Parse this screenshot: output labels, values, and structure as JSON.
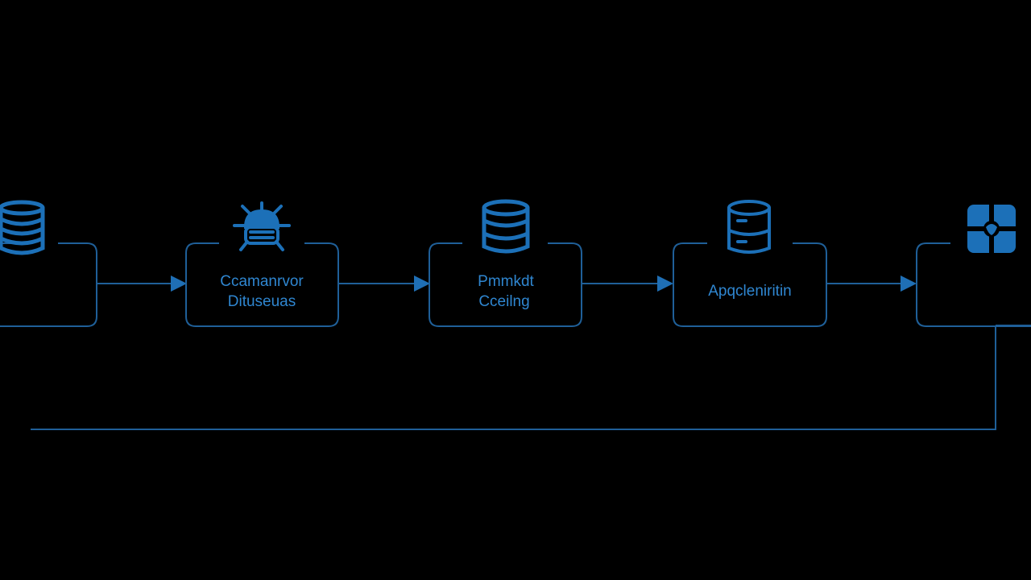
{
  "diagram": {
    "colors": {
      "background": "#000000",
      "stroke": "#1f5f98",
      "accent": "#2f86d0",
      "icon_fill": "#1c70b8"
    },
    "nodes": [
      {
        "id": "node-1",
        "icon": "database-icon",
        "lines": []
      },
      {
        "id": "node-2",
        "icon": "bug-icon",
        "lines": [
          "Ccamanrvor",
          "Dituseuas"
        ]
      },
      {
        "id": "node-3",
        "icon": "database-icon",
        "lines": [
          "Pmmkdt",
          "Cceilng"
        ]
      },
      {
        "id": "node-4",
        "icon": "database-icon",
        "lines": [
          "Apqcleniritin"
        ]
      },
      {
        "id": "node-5",
        "icon": "puzzle-icon",
        "lines": []
      }
    ],
    "edges": [
      {
        "from": "node-1",
        "to": "node-2"
      },
      {
        "from": "node-2",
        "to": "node-3"
      },
      {
        "from": "node-3",
        "to": "node-4"
      },
      {
        "from": "node-4",
        "to": "node-5"
      },
      {
        "from": "node-5",
        "to": "node-1",
        "kind": "feedback"
      }
    ]
  }
}
